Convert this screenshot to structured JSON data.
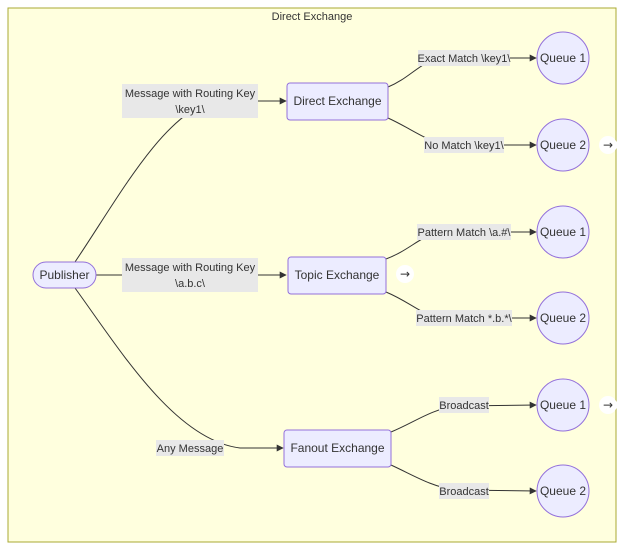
{
  "diagram": {
    "title": "Direct Exchange",
    "publisher": "Publisher",
    "exchanges": {
      "direct": "Direct Exchange",
      "topic": "Topic Exchange",
      "fanout": "Fanout Exchange"
    },
    "publisher_edges": {
      "direct": [
        "Message with Routing Key",
        "\\key1\\"
      ],
      "topic": [
        "Message with Routing Key",
        "\\a.b.c\\"
      ],
      "fanout": "Any Message"
    },
    "queue_edges": {
      "direct_q1": "Exact Match \\key1\\",
      "direct_q2": "No Match \\key1\\",
      "topic_q1": "Pattern Match \\a.#\\",
      "topic_q2": "Pattern Match *.b.*\\",
      "fanout_q1": "Broadcast",
      "fanout_q2": "Broadcast"
    },
    "queues": {
      "direct_q1": "Queue 1",
      "direct_q2": "Queue 2",
      "topic_q1": "Queue 1",
      "topic_q2": "Queue 2",
      "fanout_q1": "Queue 1",
      "fanout_q2": "Queue 2"
    },
    "arrow_glyph": "→",
    "colors": {
      "cluster_fill": "#ffffde",
      "cluster_stroke": "#aaaa33",
      "node_fill": "#ECECFF",
      "node_stroke": "#9370DB",
      "label_bg": "#e8e8e8",
      "line": "#333333"
    }
  }
}
